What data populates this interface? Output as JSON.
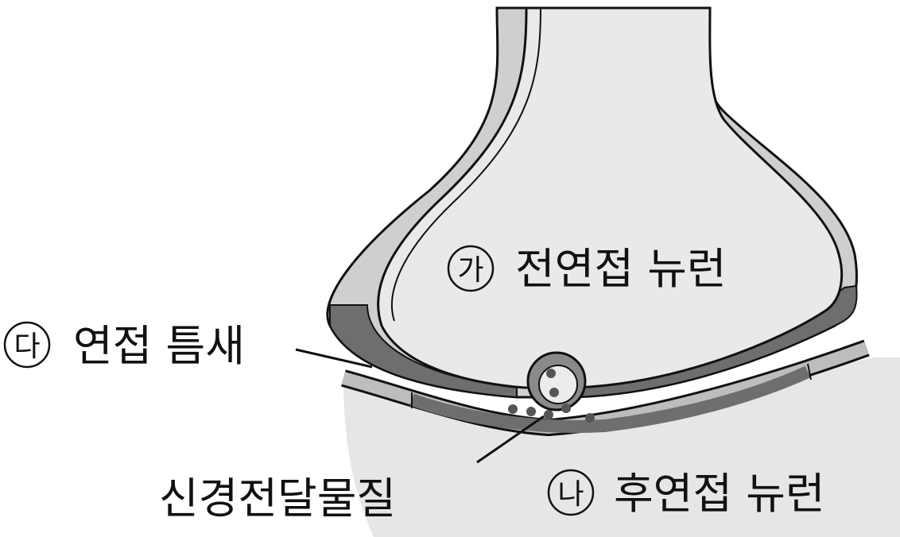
{
  "labels": {
    "presynaptic": {
      "marker": "가",
      "text": "전연접 뉴런"
    },
    "postsynaptic": {
      "marker": "나",
      "text": "후연접 뉴런"
    },
    "cleft": {
      "marker": "다",
      "text": "연접 틈새"
    },
    "neurotransmitter": {
      "text": "신경전달물질"
    }
  },
  "colors": {
    "cell_fill": "#e6e6e6",
    "membrane_light": "#bdbdbd",
    "membrane_dark": "#6e6e6e",
    "outline": "#111111",
    "dot": "#555555"
  }
}
